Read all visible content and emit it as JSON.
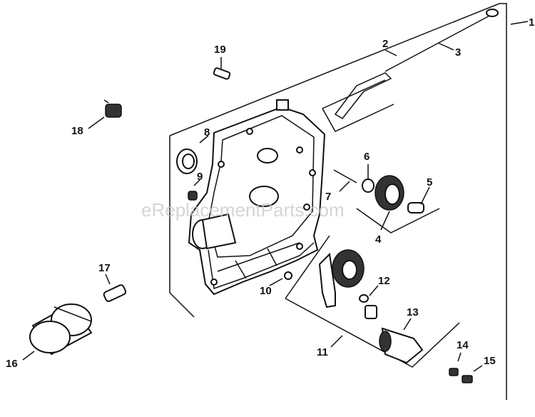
{
  "watermark": "eReplacementParts.com",
  "callouts": {
    "c1": "1",
    "c2": "2",
    "c3": "3",
    "c4": "4",
    "c5": "5",
    "c6": "6",
    "c7": "7",
    "c8": "8",
    "c9": "9",
    "c10": "10",
    "c11": "11",
    "c12": "12",
    "c13": "13",
    "c14": "14",
    "c15": "15",
    "c16": "16",
    "c17": "17",
    "c18": "18",
    "c19": "19"
  },
  "colors": {
    "ink": "#111111",
    "watermark": "#c8c8c8",
    "background": "#ffffff"
  }
}
